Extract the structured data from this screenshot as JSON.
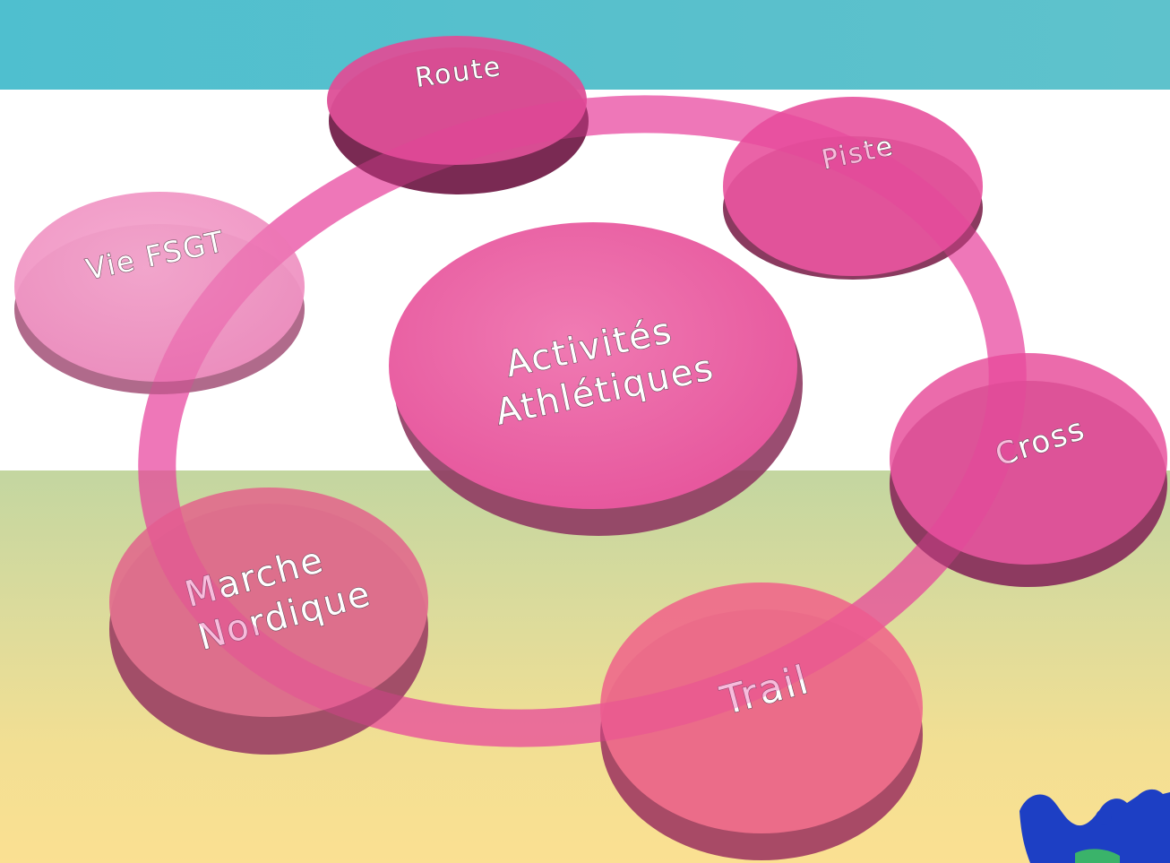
{
  "diagram": {
    "center": {
      "lines": [
        "Activités",
        "Athlétiques"
      ]
    },
    "nodes": [
      {
        "id": "route",
        "lines": [
          "Route"
        ]
      },
      {
        "id": "piste",
        "lines": [
          "Piste"
        ]
      },
      {
        "id": "cross",
        "lines": [
          "Cross"
        ]
      },
      {
        "id": "trail",
        "lines": [
          "Trail"
        ]
      },
      {
        "id": "marche-nordique",
        "lines": [
          "Marche",
          "Nordique"
        ]
      },
      {
        "id": "vie-fsgt",
        "lines": [
          "Vie FSGT"
        ]
      }
    ]
  },
  "colors": {
    "top_band": "#55c0cd",
    "middle_band": "#ffffff",
    "bottom_band_start": "#c3d6a0",
    "bottom_band_end": "#fbe092",
    "node_pink": "#ec5fa3",
    "node_side": "#a02f63",
    "ring": "#e8409a",
    "logo_blue": "#1d3fc4"
  },
  "icons": {
    "logo": "fsgt-logo-icon"
  }
}
